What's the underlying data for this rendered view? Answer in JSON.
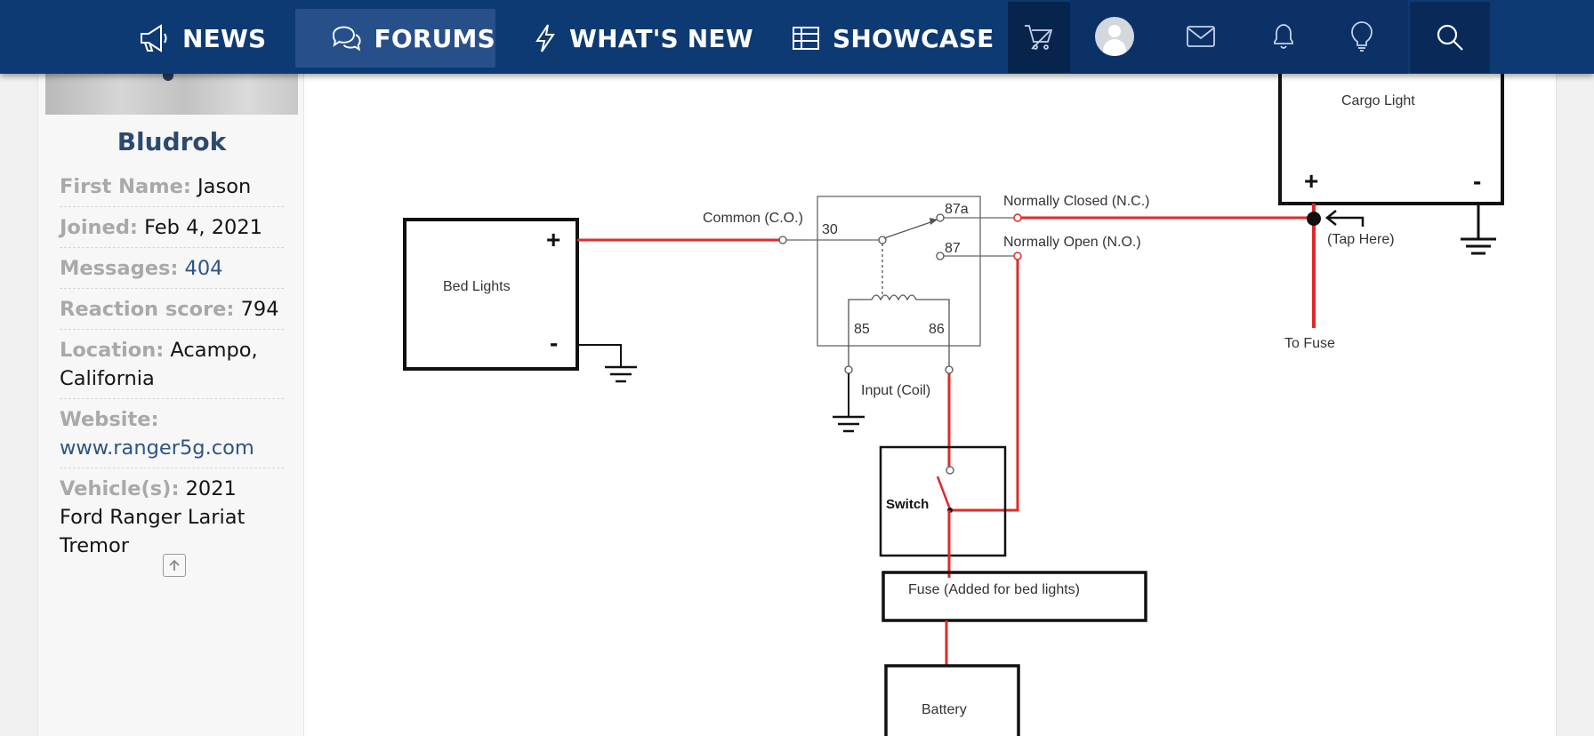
{
  "nav": {
    "news": "NEWS",
    "forums": "FORUMS",
    "whats_new": "WHAT'S NEW",
    "showcase": "SHOWCASE",
    "icons": [
      "megaphone-icon",
      "chat-icon",
      "lightning-icon",
      "table-icon",
      "cart-icon",
      "avatar",
      "mail-icon",
      "bell-icon",
      "lightbulb-icon",
      "search-icon"
    ]
  },
  "sidebar": {
    "username": "Bludrok",
    "fields": [
      {
        "label": "First Name:",
        "value": "Jason"
      },
      {
        "label": "Joined:",
        "value": "Feb 4, 2021"
      },
      {
        "label": "Messages:",
        "value": "404"
      },
      {
        "label": "Reaction score:",
        "value": "794"
      },
      {
        "label": "Location:",
        "value": "Acampo, California"
      },
      {
        "label": "Website:",
        "value": "www.ranger5g.com"
      },
      {
        "label": "Vehicle(s):",
        "value": "2021 Ford Ranger Lariat Tremor"
      }
    ]
  },
  "diagram": {
    "bed_lights": "Bed Lights",
    "plus": "+",
    "minus": "-",
    "common": "Common (C.O.)",
    "pin30": "30",
    "pin87a": "87a",
    "pin87": "87",
    "pin85": "85",
    "pin86": "86",
    "normally_closed": "Normally Closed (N.C.)",
    "normally_open": "Normally Open (N.O.)",
    "input_coil": "Input (Coil)",
    "cargo_light": "Cargo Light",
    "tap_here": "(Tap Here)",
    "to_fuse": "To Fuse",
    "switch": "Switch",
    "fuse": "Fuse (Added for bed lights)",
    "battery": "Battery",
    "wire_color": "#e02a2a"
  }
}
